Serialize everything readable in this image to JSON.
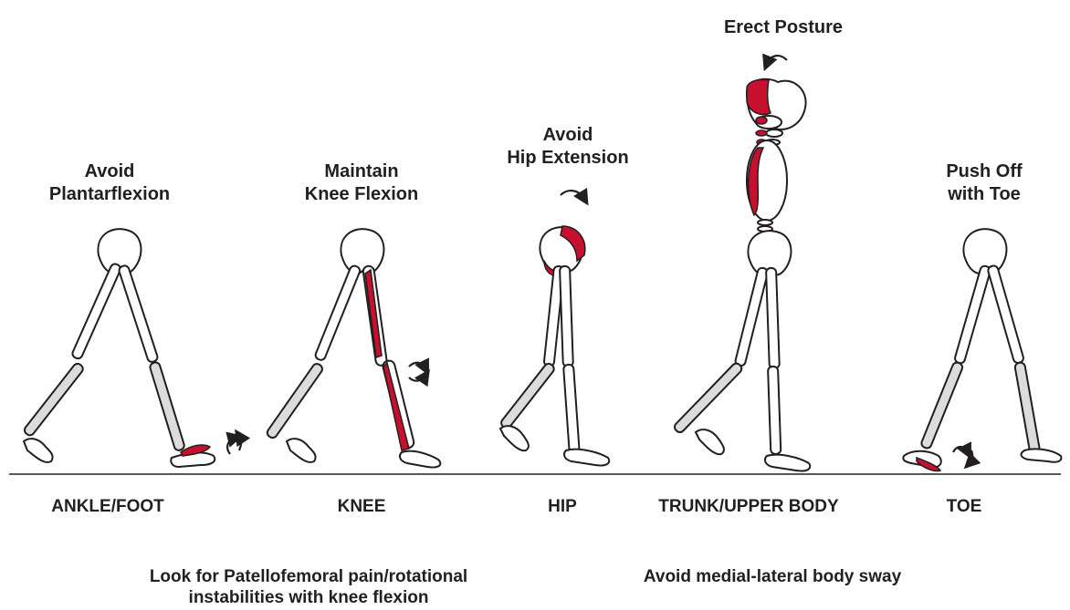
{
  "titles": {
    "ankle": [
      "Avoid",
      "Plantarflexion"
    ],
    "knee": [
      "Maintain",
      "Knee Flexion"
    ],
    "hip": [
      "Avoid",
      "Hip Extension"
    ],
    "trunk": [
      "Erect Posture"
    ],
    "toe": [
      "Push Off",
      "with Toe"
    ]
  },
  "labels": {
    "ankle": "ANKLE/FOOT",
    "knee": "KNEE",
    "hip": "HIP",
    "trunk": "TRUNK/UPPER BODY",
    "toe": "TOE"
  },
  "notes": {
    "knee": [
      "Look for Patellofemoral pain/rotational",
      "instabilities with knee flexion"
    ],
    "trunk": [
      "Avoid medial-lateral body sway"
    ]
  },
  "colors": {
    "muscle": "#c8102e",
    "outline": "#231f20",
    "shin_fill": "#dcdcdc"
  }
}
